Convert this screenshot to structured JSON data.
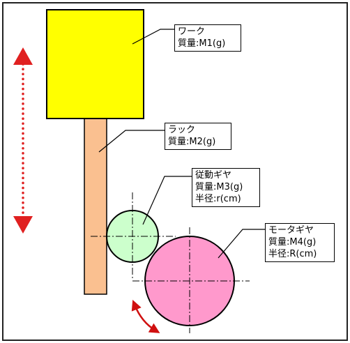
{
  "callouts": {
    "work": {
      "title": "ワーク",
      "mass": "質量:M1(g)"
    },
    "rack": {
      "title": "ラック",
      "mass": "質量:M2(g)"
    },
    "driven_gear": {
      "title": "従動ギヤ",
      "mass": "質量:M3(g)",
      "radius": "半径:r(cm)"
    },
    "motor_gear": {
      "title": "モータギヤ",
      "mass": "質量:M4(g)",
      "radius": "半径:R(cm)"
    }
  },
  "colors": {
    "work": "#ffff00",
    "rack": "#fac090",
    "driven_gear": "#ccffcc",
    "motor_gear": "#ff99cc",
    "arrow": "#e02020"
  },
  "icons": {
    "linear_motion": "double-headed-vertical-dotted-arrow",
    "rotation": "double-headed-curved-arrow"
  }
}
